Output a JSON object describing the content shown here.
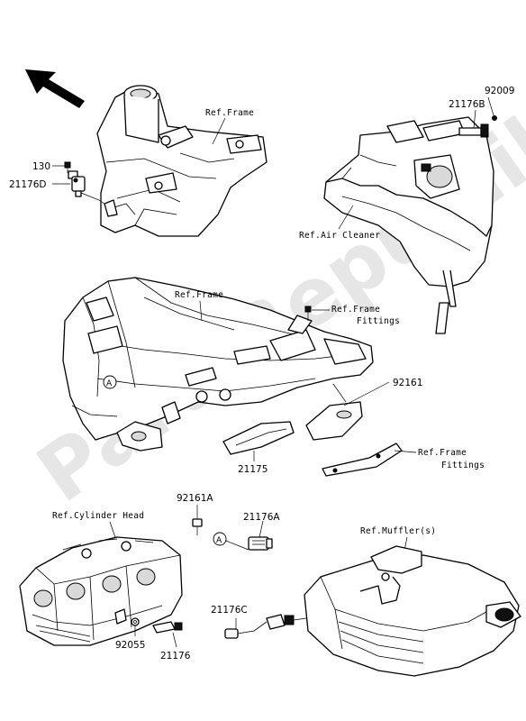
{
  "watermark": "PartsRepublik",
  "references": {
    "frame_top": "Ref.Frame",
    "air_cleaner": "Ref.Air Cleaner",
    "frame_middle": "Ref.Frame",
    "frame_fittings_1": "Ref.Frame",
    "frame_fittings_1b": "Fittings",
    "frame_fittings_2": "Ref.Frame",
    "frame_fittings_2b": "Fittings",
    "cylinder_head": "Ref.Cylinder Head",
    "muffler": "Ref.Muffler(s)"
  },
  "parts": {
    "p130": "130",
    "p21176D": "21176D",
    "p92009": "92009",
    "p21176B": "21176B",
    "p92161": "92161",
    "p21175": "21175",
    "p92161A": "92161A",
    "p21176A": "21176A",
    "p21176C": "21176C",
    "p92055": "92055",
    "p21176": "21176"
  },
  "callouts": {
    "a1": "A",
    "a2": "A"
  },
  "icons": [
    "direction-arrow-icon"
  ]
}
